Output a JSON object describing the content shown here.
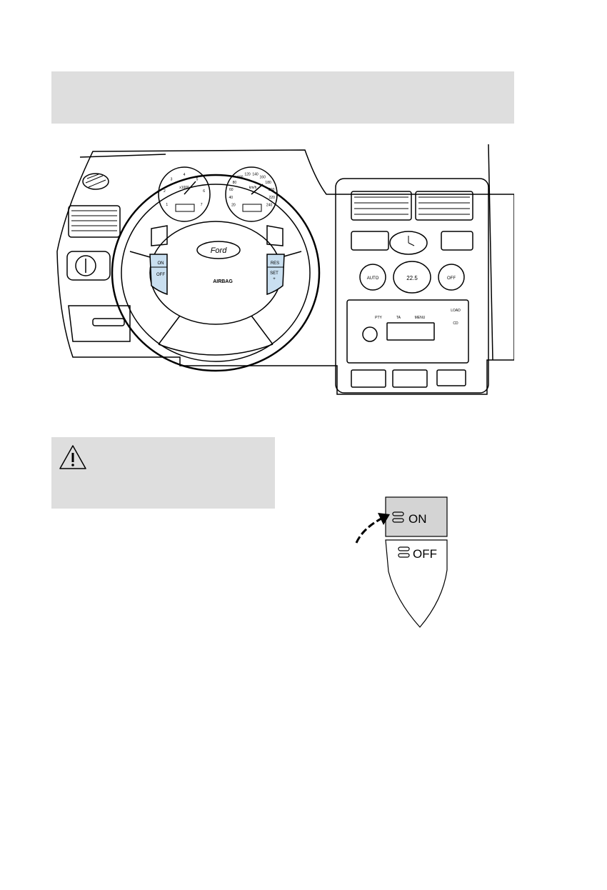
{
  "dashboard": {
    "logo_text": "Ford",
    "airbag_label": "AIRBAG",
    "left_pad": {
      "on": "ON",
      "off": "OFF"
    },
    "right_pad": {
      "res": "RES",
      "set": "SET",
      "set_plus": "+"
    },
    "tachometer_unit": "x1000",
    "speedometer_unit": "km/h",
    "speed_ticks": [
      "20",
      "40",
      "60",
      "80",
      "100",
      "120",
      "140",
      "160",
      "180",
      "200",
      "220",
      "240"
    ],
    "rpm_ticks": [
      "1",
      "2",
      "3",
      "4",
      "5",
      "6",
      "7"
    ],
    "climate": {
      "auto": "AUTO",
      "off": "OFF",
      "temp": "22.5"
    },
    "radio": {
      "pty": "PTY",
      "ta": "TA",
      "menu": "MENU",
      "load": "LOAD",
      "cd": "CD"
    }
  },
  "switch_detail": {
    "on_label": "ON",
    "off_label": "OFF"
  },
  "colors": {
    "band": "#dedede",
    "highlight_blue": "#c9dff0",
    "on_button_fill": "#d4d4d4"
  },
  "icons": [
    "warning-triangle-icon",
    "press-arrow-icon",
    "cruise-indicator-icon"
  ]
}
